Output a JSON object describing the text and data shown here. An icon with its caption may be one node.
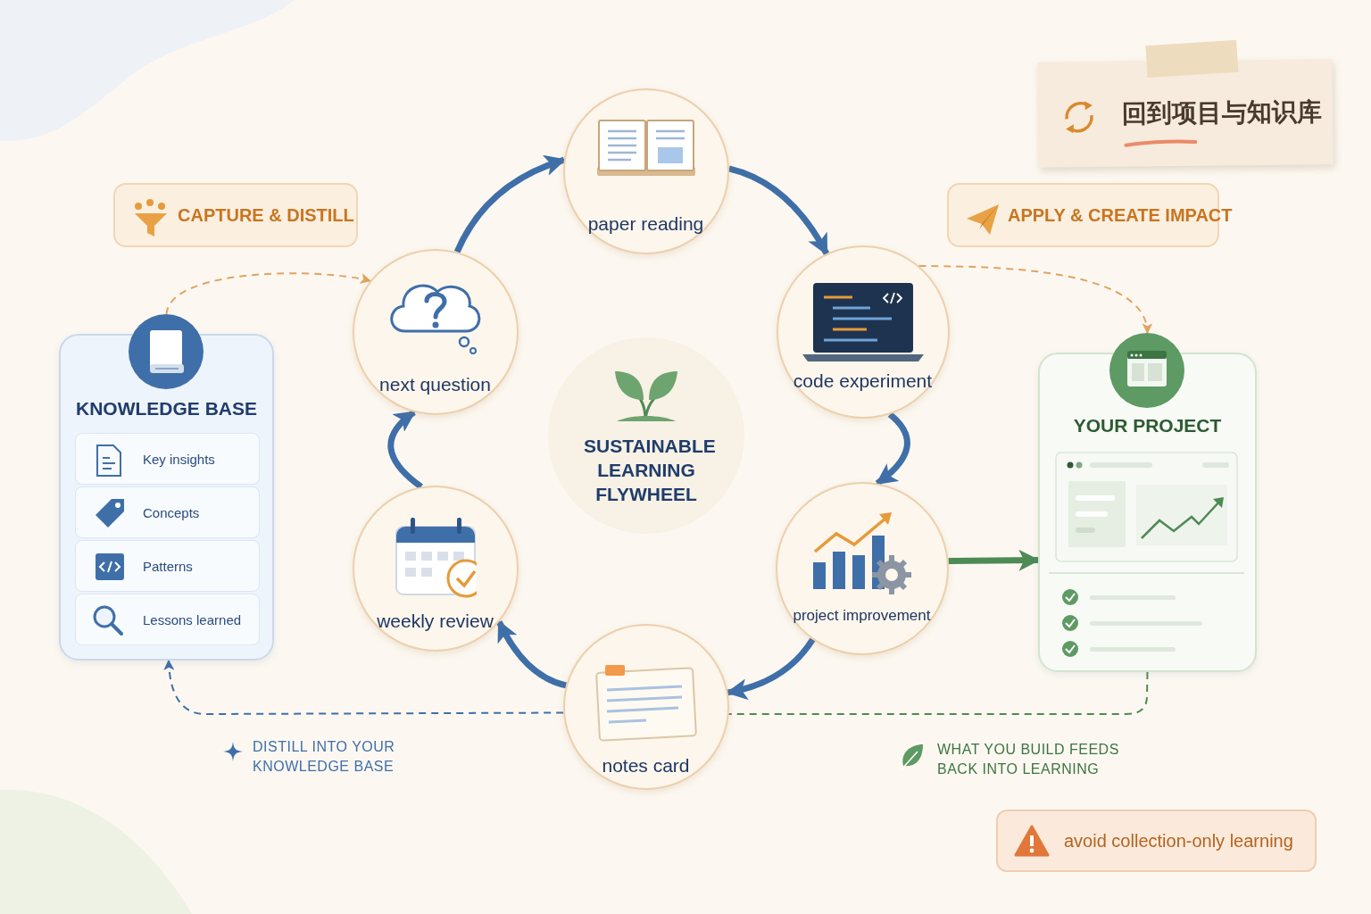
{
  "diagram": {
    "nodes": [
      {
        "text": [
          "CAPTURE & DISTILL"
        ]
      },
      {
        "text": [
          "APPLY & CREATE IMPACT"
        ]
      },
      {
        "text": [
          "回到项目与知识库"
        ]
      },
      {
        "text": [
          "KNOWLEDGE BASE"
        ]
      },
      {
        "text": [
          "Key insights"
        ],
        "in": 3
      },
      {
        "text": [
          "Concepts"
        ],
        "in": 3
      },
      {
        "text": [
          "Patterns"
        ],
        "in": 3
      },
      {
        "text": [
          "Lessons learned"
        ],
        "in": 3
      },
      {
        "text": [
          "paper reading"
        ]
      },
      {
        "text": [
          "code experiment"
        ]
      },
      {
        "text": [
          "project improvement"
        ]
      },
      {
        "text": [
          "notes card"
        ]
      },
      {
        "text": [
          "weekly review"
        ]
      },
      {
        "text": [
          "next question"
        ]
      },
      {
        "text": [
          "SUSTAINABLE LEARNING FLYWHEEL"
        ]
      },
      {
        "text": [
          "YOUR PROJECT"
        ]
      },
      {
        "text": [
          "avoid collection-only learning"
        ]
      }
    ],
    "edges": [
      {
        "from": 13,
        "to": 8,
        "arrow": "to"
      },
      {
        "from": 8,
        "to": 9,
        "arrow": "to"
      },
      {
        "from": 9,
        "to": 10,
        "arrow": "to"
      },
      {
        "from": 10,
        "to": 11,
        "arrow": "to"
      },
      {
        "from": 11,
        "to": 12,
        "arrow": "to"
      },
      {
        "from": 12,
        "to": 13,
        "arrow": "to"
      },
      {
        "from": 10,
        "to": 15,
        "arrow": "to",
        "color": "#4e8a55"
      },
      {
        "from": 3,
        "to": 13,
        "arrow": "to",
        "style": "dashed",
        "color": "#e0a462"
      },
      {
        "from": 9,
        "to": 15,
        "arrow": "to",
        "style": "dashed",
        "color": "#e0a462"
      },
      {
        "from": 11,
        "to": 3,
        "arrow": "to",
        "style": "dashed"
      },
      {
        "from": 15,
        "to": 11,
        "arrow": "none",
        "style": "dashed",
        "color": "#4e8a55"
      }
    ],
    "labels": [
      "DISTILL INTO YOUR KNOWLEDGE BASE",
      "WHAT YOU BUILD FEEDS BACK INTO LEARNING"
    ]
  }
}
